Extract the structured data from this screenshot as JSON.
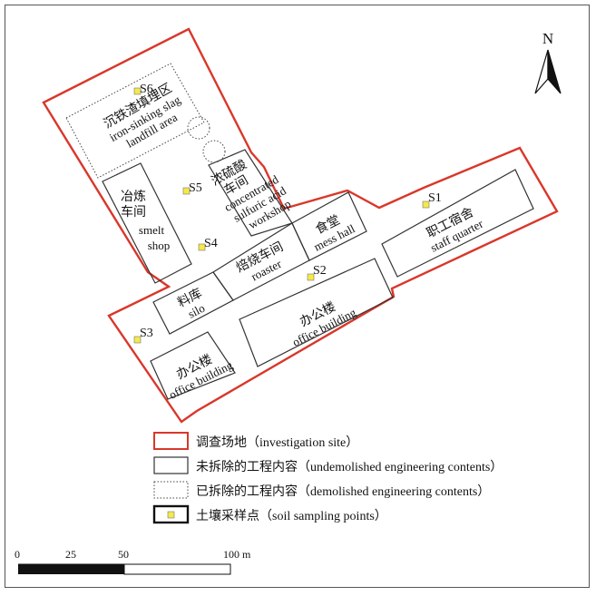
{
  "north_label": "N",
  "buildings": {
    "slag": {
      "cn": "沉铁渣填埋区",
      "en1": "iron-sinking slag",
      "en2": "landfill area"
    },
    "smelt": {
      "cn1": "冶炼",
      "cn2": "车间",
      "en1": "smelt",
      "en2": "shop"
    },
    "acid": {
      "cn1": "浓硫酸",
      "cn2": "车间",
      "en1": "concentrated",
      "en2": "sulfuric acid",
      "en3": "workshop"
    },
    "mess": {
      "cn": "食堂",
      "en": "mess hall"
    },
    "roaster": {
      "cn": "焙烧车间",
      "en": "roaster"
    },
    "silo": {
      "cn": "料库",
      "en": "silo"
    },
    "office_big": {
      "cn": "办公楼",
      "en": "office building"
    },
    "office_small": {
      "cn": "办公楼",
      "en": "office building"
    },
    "staff": {
      "cn": "职工宿舍",
      "en": "staff quarter"
    }
  },
  "sampling_points": [
    {
      "label": "S1"
    },
    {
      "label": "S2"
    },
    {
      "label": "S3"
    },
    {
      "label": "S4"
    },
    {
      "label": "S5"
    },
    {
      "label": "S6"
    }
  ],
  "legend": {
    "site": "调查场地（investigation site）",
    "undemolished": "未拆除的工程内容（undemolished engineering contents）",
    "demolished": "已拆除的工程内容（demolished engineering contents）",
    "sampling": "土壤采样点（soil sampling points）"
  },
  "scale": {
    "t0": "0",
    "t1": "25",
    "t2": "50",
    "t3": "100 m"
  },
  "colors": {
    "site_outline": "#d9372a",
    "sample_fill": "#f5e94a",
    "ink": "#333333"
  }
}
